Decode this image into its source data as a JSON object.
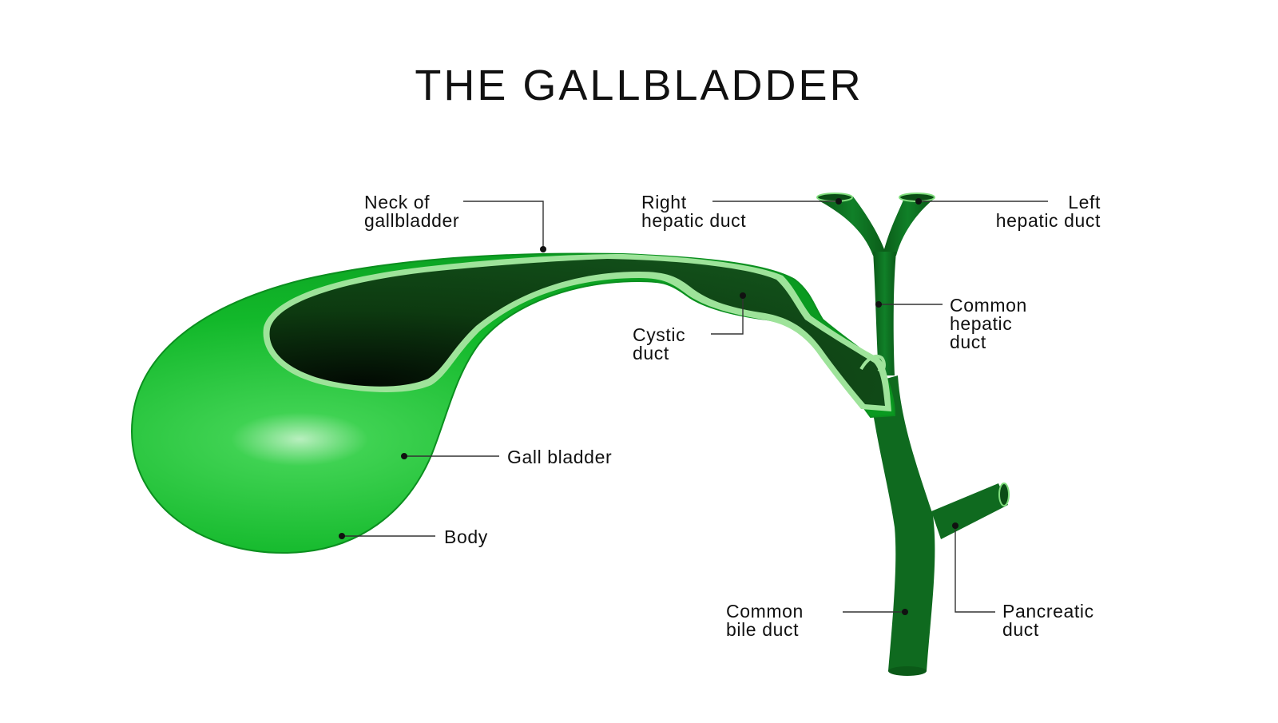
{
  "title": "THE GALLBLADDER",
  "labels": {
    "neck_of_gallbladder": [
      "Neck of",
      "gallbladder"
    ],
    "right_hepatic_duct": [
      "Right",
      "hepatic duct"
    ],
    "left_hepatic_duct": [
      "Left",
      "hepatic duct"
    ],
    "common_hepatic_duct": [
      "Common",
      "hepatic",
      "duct"
    ],
    "cystic_duct": [
      "Cystic",
      "duct"
    ],
    "gall_bladder": [
      "Gall bladder"
    ],
    "body": [
      "Body"
    ],
    "common_bile_duct": [
      "Common",
      "bile duct"
    ],
    "pancreatic_duct": [
      "Pancreatic",
      "duct"
    ]
  },
  "colors": {
    "gallbladder_light": "#11c02a",
    "gallbladder_dark": "#0a8f1f",
    "lumen_dark": "#0e3d12",
    "duct_green": "#0f6a1f",
    "lining": "#9ee39a",
    "leader_line": "#333333"
  }
}
